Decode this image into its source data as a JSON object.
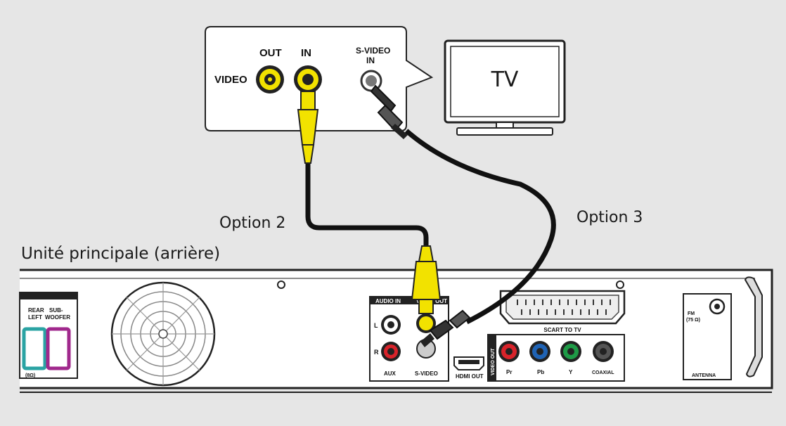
{
  "tv_panel": {
    "video": "VIDEO",
    "out": "OUT",
    "in": "IN",
    "svideo_line1": "S-VIDEO",
    "svideo_line2": "IN"
  },
  "tv": {
    "label": "TV"
  },
  "options": {
    "option2": "Option 2",
    "option3": "Option 3"
  },
  "main_unit": {
    "title": "Unité principale (arrière)"
  },
  "rear_panel": {
    "rear": "REAR",
    "left": "LEFT",
    "sub1": "SUB-",
    "sub2": "WOOFER",
    "audio_in": "AUDIO IN",
    "video_out": "VIDEO OUT",
    "l": "L",
    "r": "R",
    "aux": "AUX",
    "svideo": "S-VIDEO",
    "hdmi_out": "HDMI OUT",
    "scart": "SCART TO TV",
    "video_out_v": "VIDEO OUT",
    "pr": "Pr",
    "pb": "Pb",
    "y": "Y",
    "coaxial": "COAXIAL",
    "fm1": "FM",
    "fm2": "(75 Ω)",
    "antenna": "ANTENNA",
    "hmin": "(8Ω)"
  },
  "colors": {
    "background": "#e6e6e6",
    "yellow": "#f2e200",
    "red": "#d8232a",
    "blue": "#1f63b5",
    "green": "#1e9a46",
    "gray": "#555555",
    "teal": "#2aa3a3",
    "magenta": "#a0288c"
  }
}
